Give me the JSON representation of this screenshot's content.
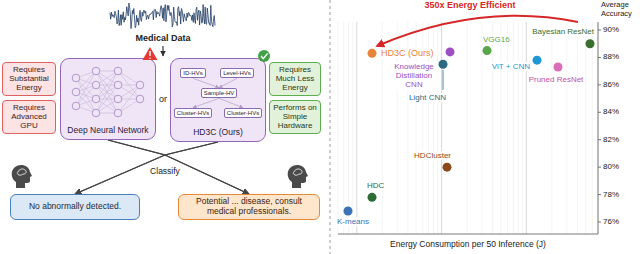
{
  "diagram": {
    "nodes": [
      {
        "text": [
          "Requires Substantial Energy"
        ]
      },
      {
        "text": [
          "Requires Advanced GPU"
        ]
      },
      {
        "text": [
          "Deep Neural Network"
        ]
      },
      {
        "text": [
          "HD3C (Ours)"
        ]
      },
      {
        "text": [
          "ID-HVs"
        ],
        "in": 3
      },
      {
        "text": [
          "Level-HVs"
        ],
        "in": 3
      },
      {
        "text": [
          "Sample-HV"
        ],
        "in": 3
      },
      {
        "text": [
          "Cluster-HVs"
        ],
        "in": 3
      },
      {
        "text": [
          "Cluster-HVs"
        ],
        "in": 3
      },
      {
        "text": [
          "Requires Much Less Energy"
        ]
      },
      {
        "text": [
          "Performs on Simple Hardware"
        ]
      },
      {
        "text": [
          "No abnormally detected."
        ]
      },
      {
        "text": [
          "Potential ... disease, consult medical professionals."
        ]
      }
    ],
    "edges": [
      {
        "from": 4,
        "to": 6,
        "arrow": "to"
      },
      {
        "from": 5,
        "to": 6,
        "arrow": "to"
      },
      {
        "from": 6,
        "to": 7,
        "arrow": "to"
      },
      {
        "from": 6,
        "to": 8,
        "arrow": "to"
      },
      {
        "from": 2,
        "to": 11,
        "arrow": "to"
      },
      {
        "from": 2,
        "to": 12,
        "arrow": "to"
      },
      {
        "from": 3,
        "to": 11,
        "arrow": "to"
      },
      {
        "from": 3,
        "to": 12,
        "arrow": "to"
      }
    ],
    "labels": [
      "Medical Data",
      "or",
      "Classify",
      "350x Energy Efficient",
      "Average Accuracy",
      "90%",
      "88%",
      "86%",
      "84%",
      "82%",
      "80%",
      "78%",
      "76%",
      "HD3C (Ours)",
      "Knowledge Distillation CNN",
      "Light CNN",
      "VGG16",
      "ViT + CNN",
      "Pruned ResNet",
      "Bayesian ResNet",
      "HDCluster",
      "HDC",
      "K-means",
      "Energy Consumption per 50 Inference (J)"
    ]
  }
}
